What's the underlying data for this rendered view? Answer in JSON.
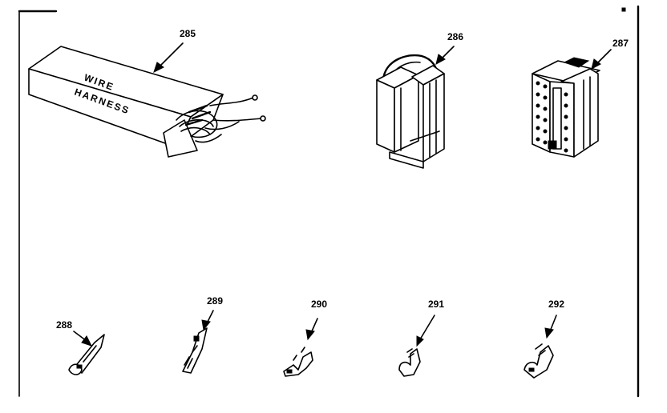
{
  "parts": [
    {
      "id": "285",
      "label": "285",
      "name": "wire-harness"
    },
    {
      "id": "286",
      "label": "286",
      "name": "connector-housing"
    },
    {
      "id": "287",
      "label": "287",
      "name": "connector-block"
    },
    {
      "id": "288",
      "label": "288",
      "name": "terminal"
    },
    {
      "id": "289",
      "label": "289",
      "name": "terminal"
    },
    {
      "id": "290",
      "label": "290",
      "name": "terminal"
    },
    {
      "id": "291",
      "label": "291",
      "name": "terminal"
    },
    {
      "id": "292",
      "label": "292",
      "name": "terminal"
    }
  ],
  "box_text": {
    "line1": "WIRE",
    "line2": "HARNESS"
  },
  "colors": {
    "ink": "#000000",
    "paper": "#ffffff"
  }
}
